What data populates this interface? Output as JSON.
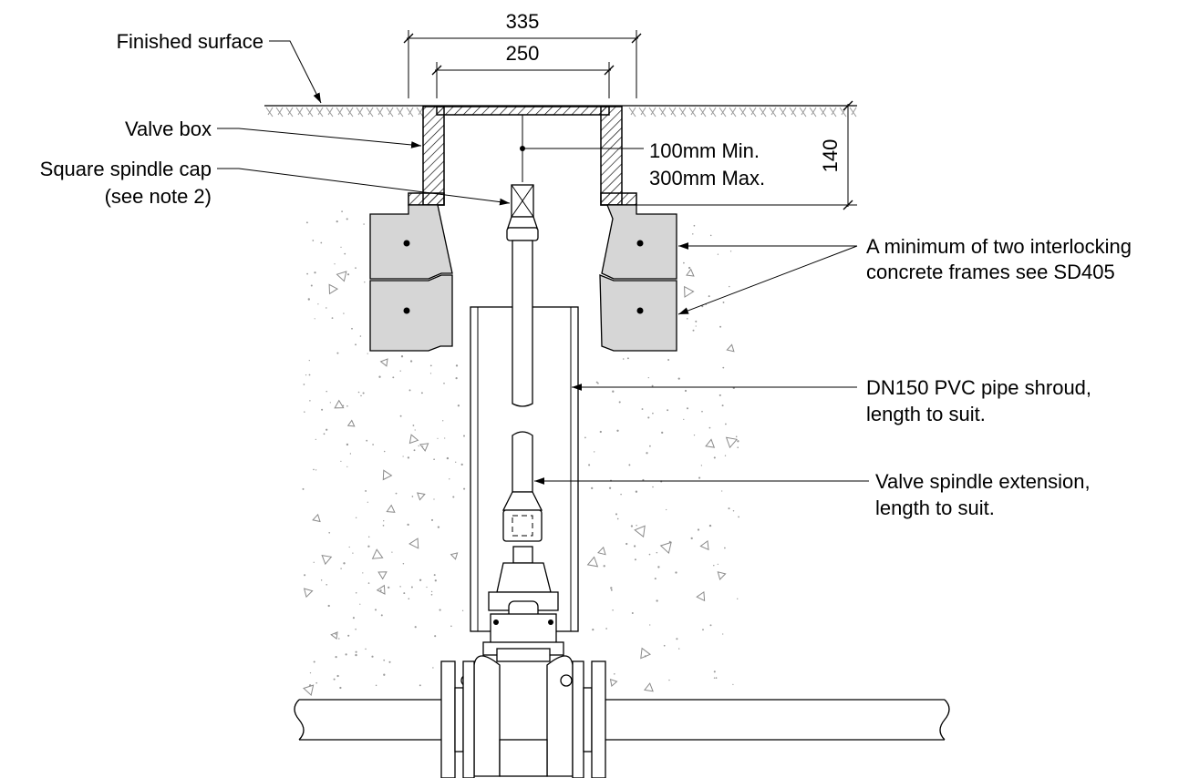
{
  "labels": {
    "finished_surface": "Finished surface",
    "valve_box": "Valve box",
    "spindle_cap_line1": "Square spindle cap",
    "spindle_cap_line2": "(see note 2)",
    "depth_min": "100mm Min.",
    "depth_max": "300mm Max.",
    "frames_line1": "A minimum of two interlocking",
    "frames_line2": "concrete frames see SD405",
    "shroud_line1": "DN150 PVC pipe shroud,",
    "shroud_line2": "length to suit.",
    "extension_line1": "Valve spindle extension,",
    "extension_line2": "length to suit."
  },
  "dimensions": {
    "outer_width": "335",
    "inner_width": "250",
    "box_height": "140"
  },
  "colors": {
    "frame_fill": "#d6d6d6",
    "line": "#000000",
    "backfill_aggregate": "#8a8a8a"
  }
}
